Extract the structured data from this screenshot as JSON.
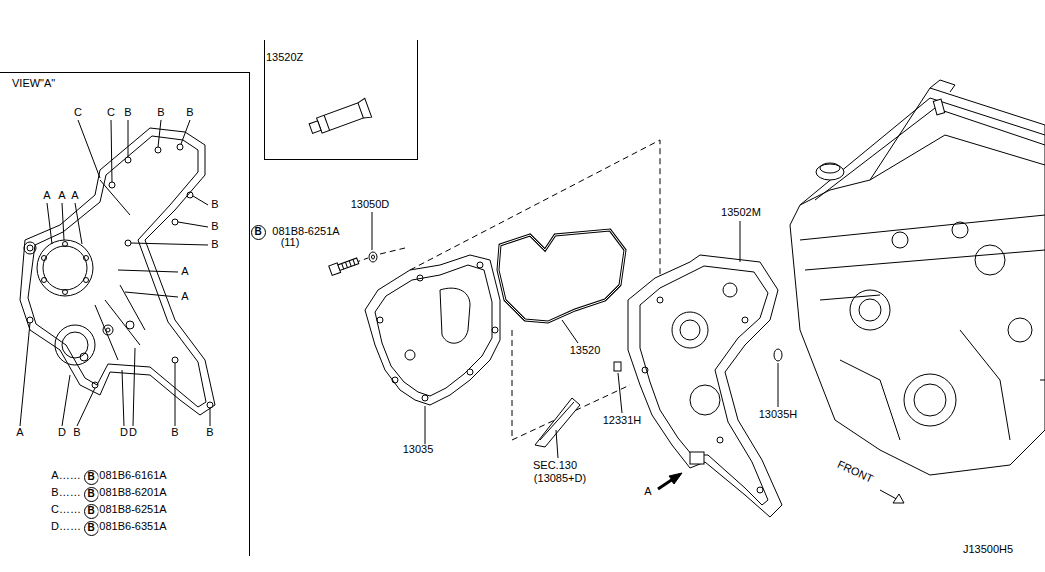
{
  "diagram": {
    "nodes": [
      {
        "text": [
          "VIEW\"A\""
        ]
      },
      {
        "text": [
          "B"
        ],
        "in": 0
      },
      {
        "text": [
          "B"
        ],
        "in": 0
      },
      {
        "text": [
          "B"
        ],
        "in": 0
      },
      {
        "text": [
          "B"
        ],
        "in": 0
      },
      {
        "text": [
          "13520Z"
        ]
      },
      {
        "text": [
          "B"
        ]
      }
    ],
    "labels": [
      "C",
      "C",
      "B",
      "B",
      "B",
      "A",
      "A",
      "A",
      "B",
      "B",
      "B",
      "A",
      "A",
      "A",
      "D",
      "B",
      "D",
      "D",
      "B",
      "B",
      "A……",
      "081B6-6161A",
      "B……",
      "081B8-6201A",
      "C……",
      "081B8-6251A",
      "D……",
      "081B6-6351A",
      "13050D",
      "081B8-6251A",
      "(11)",
      "13502M",
      "13520",
      "12331H",
      "13035H",
      "13035",
      "SEC.130",
      "(13085+D)",
      "A",
      "FRONT",
      "J13500H5"
    ]
  }
}
